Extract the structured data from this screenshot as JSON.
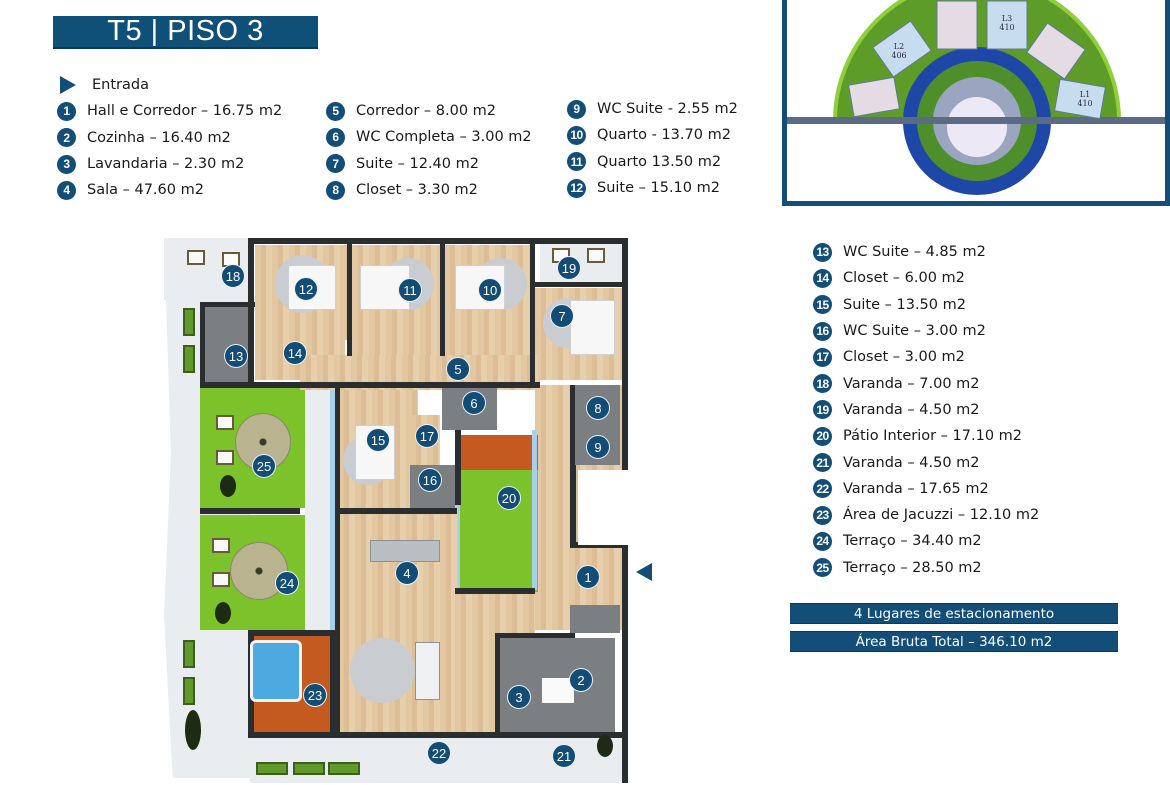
{
  "header": {
    "title": "T5 | PISO 3"
  },
  "legend": {
    "entry_label": "Entrada",
    "column1": [
      {
        "num": "1",
        "label": "Hall e Corredor – 16.75 m2"
      },
      {
        "num": "2",
        "label": "Cozinha – 16.40 m2"
      },
      {
        "num": "3",
        "label": "Lavandaria – 2.30 m2"
      },
      {
        "num": "4",
        "label": "Sala – 47.60 m2"
      }
    ],
    "column2": [
      {
        "num": "5",
        "label": "Corredor – 8.00 m2"
      },
      {
        "num": "6",
        "label": "WC Completa – 3.00 m2"
      },
      {
        "num": "7",
        "label": "Suite – 12.40 m2"
      },
      {
        "num": "8",
        "label": "Closet – 3.30 m2"
      }
    ],
    "column3": [
      {
        "num": "9",
        "label": "WC Suite - 2.55 m2"
      },
      {
        "num": "10",
        "label": "Quarto - 13.70 m2"
      },
      {
        "num": "11",
        "label": "Quarto 13.50 m2"
      },
      {
        "num": "12",
        "label": "Suite – 15.10 m2"
      }
    ],
    "column4": [
      {
        "num": "13",
        "label": "WC Suite – 4.85 m2"
      },
      {
        "num": "14",
        "label": "Closet – 6.00 m2"
      },
      {
        "num": "15",
        "label": "Suite – 13.50 m2"
      },
      {
        "num": "16",
        "label": "WC Suite – 3.00 m2"
      },
      {
        "num": "17",
        "label": "Closet – 3.00 m2"
      },
      {
        "num": "18",
        "label": "Varanda – 7.00 m2"
      },
      {
        "num": "19",
        "label": "Varanda – 4.50 m2"
      },
      {
        "num": "20",
        "label": "Pátio Interior – 17.10 m2"
      },
      {
        "num": "21",
        "label": "Varanda – 4.50 m2"
      },
      {
        "num": "22",
        "label": "Varanda – 17.65 m2"
      },
      {
        "num": "23",
        "label": "Área de Jacuzzi – 12.10 m2"
      },
      {
        "num": "24",
        "label": "Terraço – 34.40 m2"
      },
      {
        "num": "25",
        "label": "Terraço – 28.50 m2"
      }
    ]
  },
  "summary": {
    "parking": "4 Lugares de estacionamento",
    "gross_area": "Área Bruta Total – 346.10 m2"
  },
  "site_plan": {
    "units": [
      {
        "label": "L2",
        "sub": "406"
      },
      {
        "label": "L3",
        "sub": "410"
      },
      {
        "label": "L1",
        "sub": "410"
      }
    ]
  },
  "plan_markers": [
    "1",
    "2",
    "3",
    "4",
    "5",
    "6",
    "7",
    "8",
    "9",
    "10",
    "11",
    "12",
    "13",
    "14",
    "15",
    "16",
    "17",
    "18",
    "19",
    "20",
    "21",
    "22",
    "23",
    "24",
    "25"
  ],
  "colors": {
    "brand_blue": "#124e77",
    "grass": "#7cc22b",
    "deck": "#c45a1f",
    "wall": "#2b2e31"
  }
}
